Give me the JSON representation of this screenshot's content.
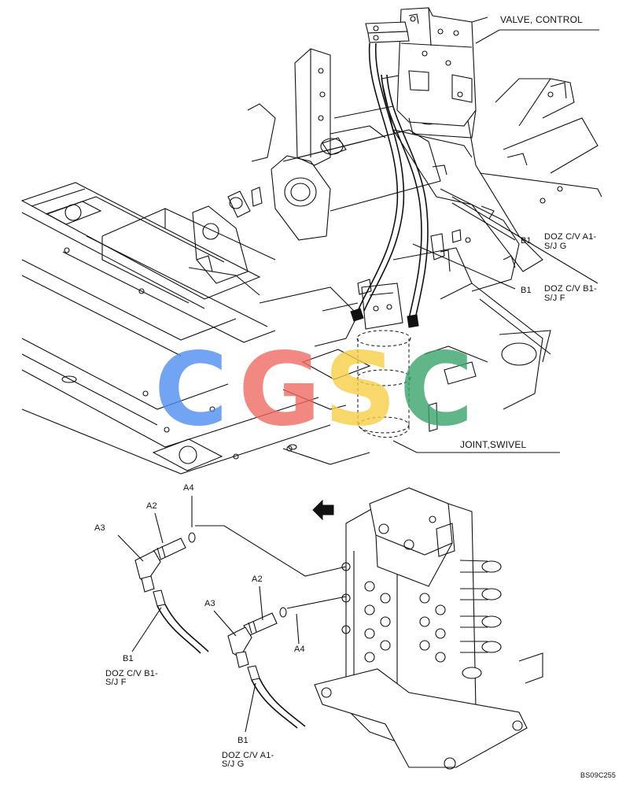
{
  "colors": {
    "line": "#111111",
    "watermark_blue": "#4f8ef2",
    "watermark_red": "#ee6b62",
    "watermark_yellow": "#f7cf45",
    "watermark_green": "#39a46b"
  },
  "watermark": {
    "text": "CGSC"
  },
  "callouts": {
    "valve_control": "VALVE, CONTROL",
    "joint_swivel": "JOINT,SWIVEL",
    "upper_b1_top": {
      "ref": "B1",
      "line1": "DOZ C/V A1-",
      "line2": "S/J G"
    },
    "upper_b1_bottom": {
      "ref": "B1",
      "line1": "DOZ C/V B1-",
      "line2": "S/J F"
    }
  },
  "detail": {
    "left": {
      "a2": "A2",
      "a3": "A3",
      "a4": "A4",
      "b1": "B1",
      "line1": "DOZ C/V B1-",
      "line2": "S/J F"
    },
    "right": {
      "a2": "A2",
      "a3": "A3",
      "a4": "A4",
      "b1": "B1",
      "line1": "DOZ C/V A1-",
      "line2": "S/J G"
    }
  },
  "arrow_icon": "front-direction-arrow",
  "figure_code": "BS09C255"
}
